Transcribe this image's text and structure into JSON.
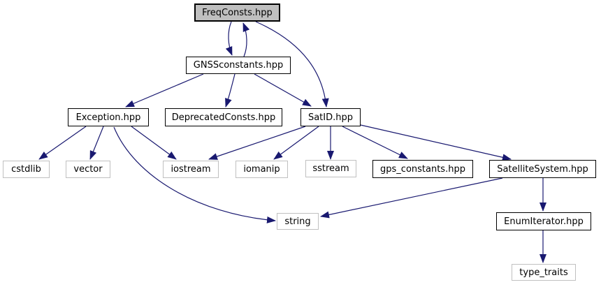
{
  "diagram": {
    "kind": "include-dependency-graph",
    "root": "FreqConsts.hpp",
    "colors": {
      "edge": "#191970",
      "highlight_fill": "#bfbfbf",
      "node_fill": "#ffffff",
      "project_border": "#000000",
      "system_border": "#c0c0c0",
      "text": "#000000",
      "background": "#ffffff"
    },
    "nodes": [
      {
        "id": "freqconsts",
        "label": "FreqConsts.hpp",
        "kind": "highlight"
      },
      {
        "id": "gnssconstants",
        "label": "GNSSconstants.hpp",
        "kind": "project"
      },
      {
        "id": "exception",
        "label": "Exception.hpp",
        "kind": "project"
      },
      {
        "id": "deprecatedconsts",
        "label": "DeprecatedConsts.hpp",
        "kind": "project"
      },
      {
        "id": "satid",
        "label": "SatID.hpp",
        "kind": "project"
      },
      {
        "id": "cstdlib",
        "label": "cstdlib",
        "kind": "system"
      },
      {
        "id": "vector",
        "label": "vector",
        "kind": "system"
      },
      {
        "id": "iostream",
        "label": "iostream",
        "kind": "system"
      },
      {
        "id": "iomanip",
        "label": "iomanip",
        "kind": "system"
      },
      {
        "id": "sstream",
        "label": "sstream",
        "kind": "system"
      },
      {
        "id": "gps-constants",
        "label": "gps_constants.hpp",
        "kind": "project"
      },
      {
        "id": "satellitesystem",
        "label": "SatelliteSystem.hpp",
        "kind": "project"
      },
      {
        "id": "string",
        "label": "string",
        "kind": "system"
      },
      {
        "id": "enumiterator",
        "label": "EnumIterator.hpp",
        "kind": "project"
      },
      {
        "id": "type-traits",
        "label": "type_traits",
        "kind": "system"
      }
    ],
    "edges": [
      {
        "from": "FreqConsts.hpp",
        "to": "GNSSconstants.hpp"
      },
      {
        "from": "GNSSconstants.hpp",
        "to": "FreqConsts.hpp"
      },
      {
        "from": "FreqConsts.hpp",
        "to": "SatID.hpp"
      },
      {
        "from": "GNSSconstants.hpp",
        "to": "Exception.hpp"
      },
      {
        "from": "GNSSconstants.hpp",
        "to": "DeprecatedConsts.hpp"
      },
      {
        "from": "GNSSconstants.hpp",
        "to": "SatID.hpp"
      },
      {
        "from": "Exception.hpp",
        "to": "cstdlib"
      },
      {
        "from": "Exception.hpp",
        "to": "vector"
      },
      {
        "from": "Exception.hpp",
        "to": "iostream"
      },
      {
        "from": "Exception.hpp",
        "to": "string"
      },
      {
        "from": "SatID.hpp",
        "to": "iostream"
      },
      {
        "from": "SatID.hpp",
        "to": "iomanip"
      },
      {
        "from": "SatID.hpp",
        "to": "sstream"
      },
      {
        "from": "SatID.hpp",
        "to": "gps_constants.hpp"
      },
      {
        "from": "SatID.hpp",
        "to": "SatelliteSystem.hpp"
      },
      {
        "from": "SatelliteSystem.hpp",
        "to": "string"
      },
      {
        "from": "SatelliteSystem.hpp",
        "to": "EnumIterator.hpp"
      },
      {
        "from": "EnumIterator.hpp",
        "to": "type_traits"
      }
    ]
  }
}
